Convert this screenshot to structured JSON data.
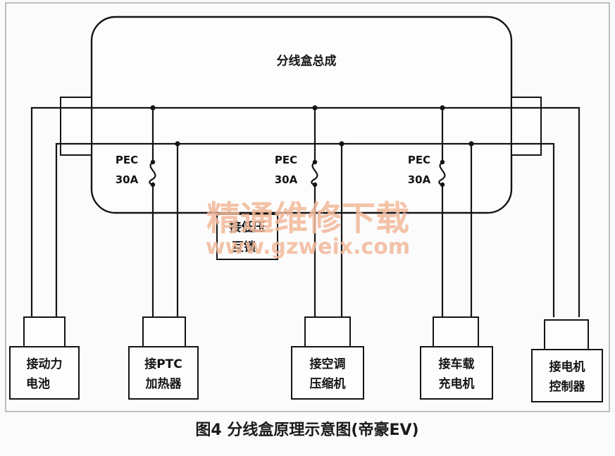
{
  "diagram": {
    "box_title": "分线盒总成",
    "fuses": [
      {
        "label": "PEC",
        "rating": "30A"
      },
      {
        "label": "PEC",
        "rating": "30A"
      },
      {
        "label": "PEC",
        "rating": "30A"
      }
    ],
    "hv_connector": {
      "line1": "接低压",
      "line2": "互锁"
    },
    "connectors": [
      {
        "line1": "接动力",
        "line2": "电池"
      },
      {
        "line1": "接PTC",
        "line2": "加热器"
      },
      {
        "line1": "接空调",
        "line2": "压缩机"
      },
      {
        "line1": "接车载",
        "line2": "充电机"
      },
      {
        "line1": "接电机",
        "line2": "控制器"
      }
    ],
    "caption": "图4 分线盒原理示意图(帝豪EV)"
  },
  "watermark": {
    "line1": "精通维修下载",
    "line2": "www.gzweix.com"
  },
  "colors": {
    "line": "#141414",
    "watermark": "#f2b99a",
    "background": "#fbfbfb"
  }
}
